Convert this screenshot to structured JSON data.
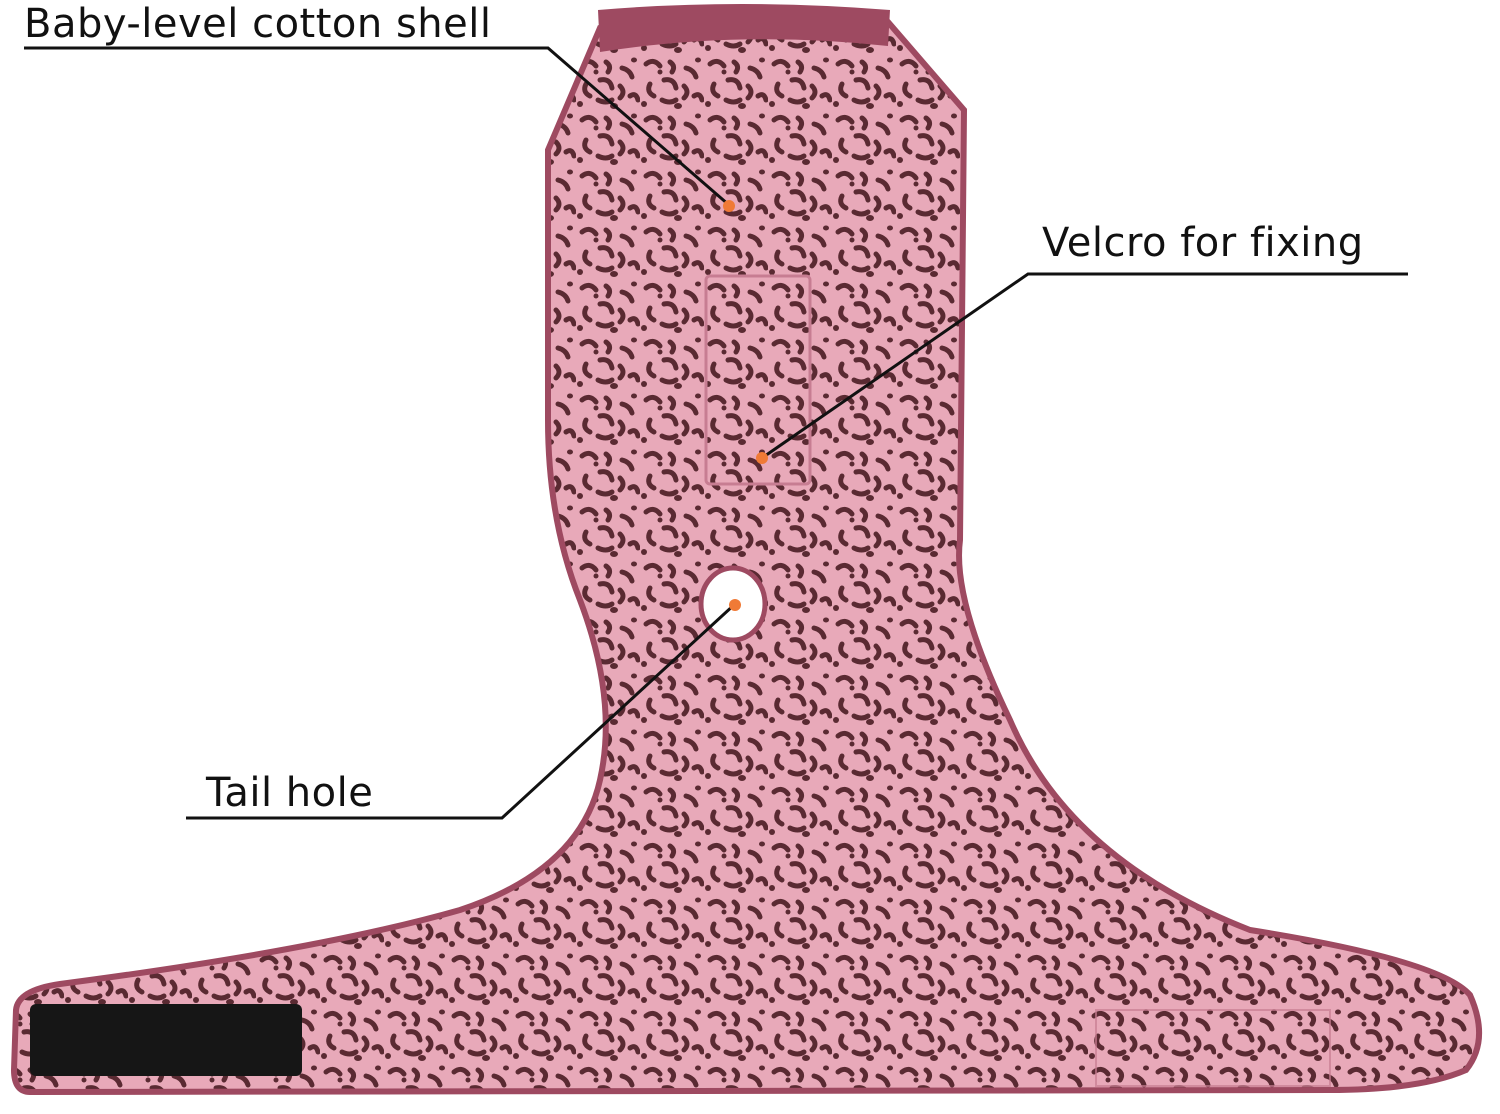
{
  "product": {
    "garment_colors": {
      "fabric_pink": "#e8a9b9",
      "spot_brown": "#5a2a32",
      "trim_mauve": "#9e4a61",
      "velcro_black": "#161616",
      "marker_orange": "#f07a36"
    }
  },
  "callouts": {
    "cotton_shell": "Baby-level cotton shell",
    "velcro": "Velcro for fixing",
    "tail_hole": "Tail hole"
  }
}
